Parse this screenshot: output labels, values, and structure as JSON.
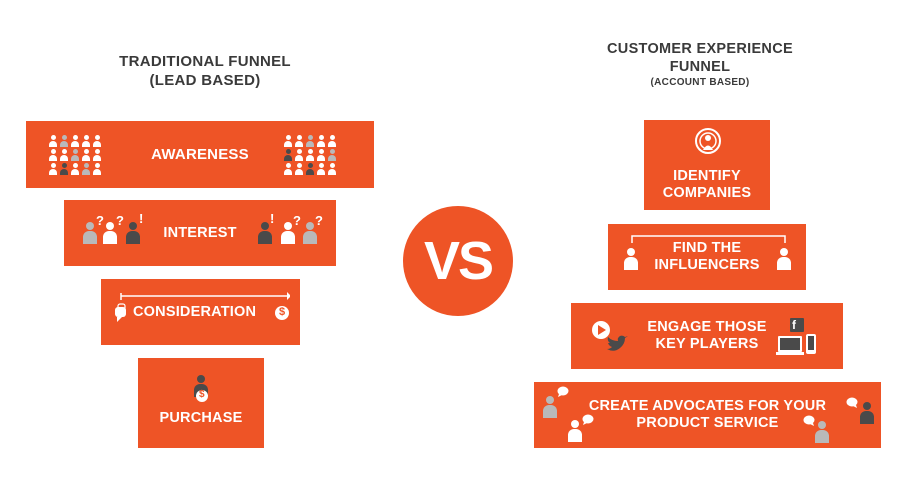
{
  "left": {
    "heading_line1": "TRADITIONAL FUNNEL",
    "heading_line2": "(LEAD BASED)",
    "stages": [
      "AWARENESS",
      "INTEREST",
      "CONSIDERATION",
      "PURCHASE"
    ]
  },
  "vs": "VS",
  "right": {
    "heading_line1": "CUSTOMER EXPERIENCE",
    "heading_line2": "FUNNEL",
    "heading_line3": "(ACCOUNT BASED)",
    "stage1_line1": "IDENTIFY",
    "stage1_line2": "COMPANIES",
    "stage2_line1": "FIND THE",
    "stage2_line2": "INFLUENCERS",
    "stage3_line1": "ENGAGE THOSE",
    "stage3_line2": "KEY PLAYERS",
    "stage4_line1": "CREATE ADVOCATES FOR YOUR",
    "stage4_line2": "PRODUCT SERVICE"
  },
  "icon_glyphs": {
    "question": "?",
    "exclaim": "!",
    "dollar": "$",
    "facebook": "f"
  },
  "colors": {
    "accent": "#ee5426",
    "heading": "#3a3a3a",
    "person_gray": "#b9b9b9",
    "person_dark": "#4a4a4a"
  }
}
